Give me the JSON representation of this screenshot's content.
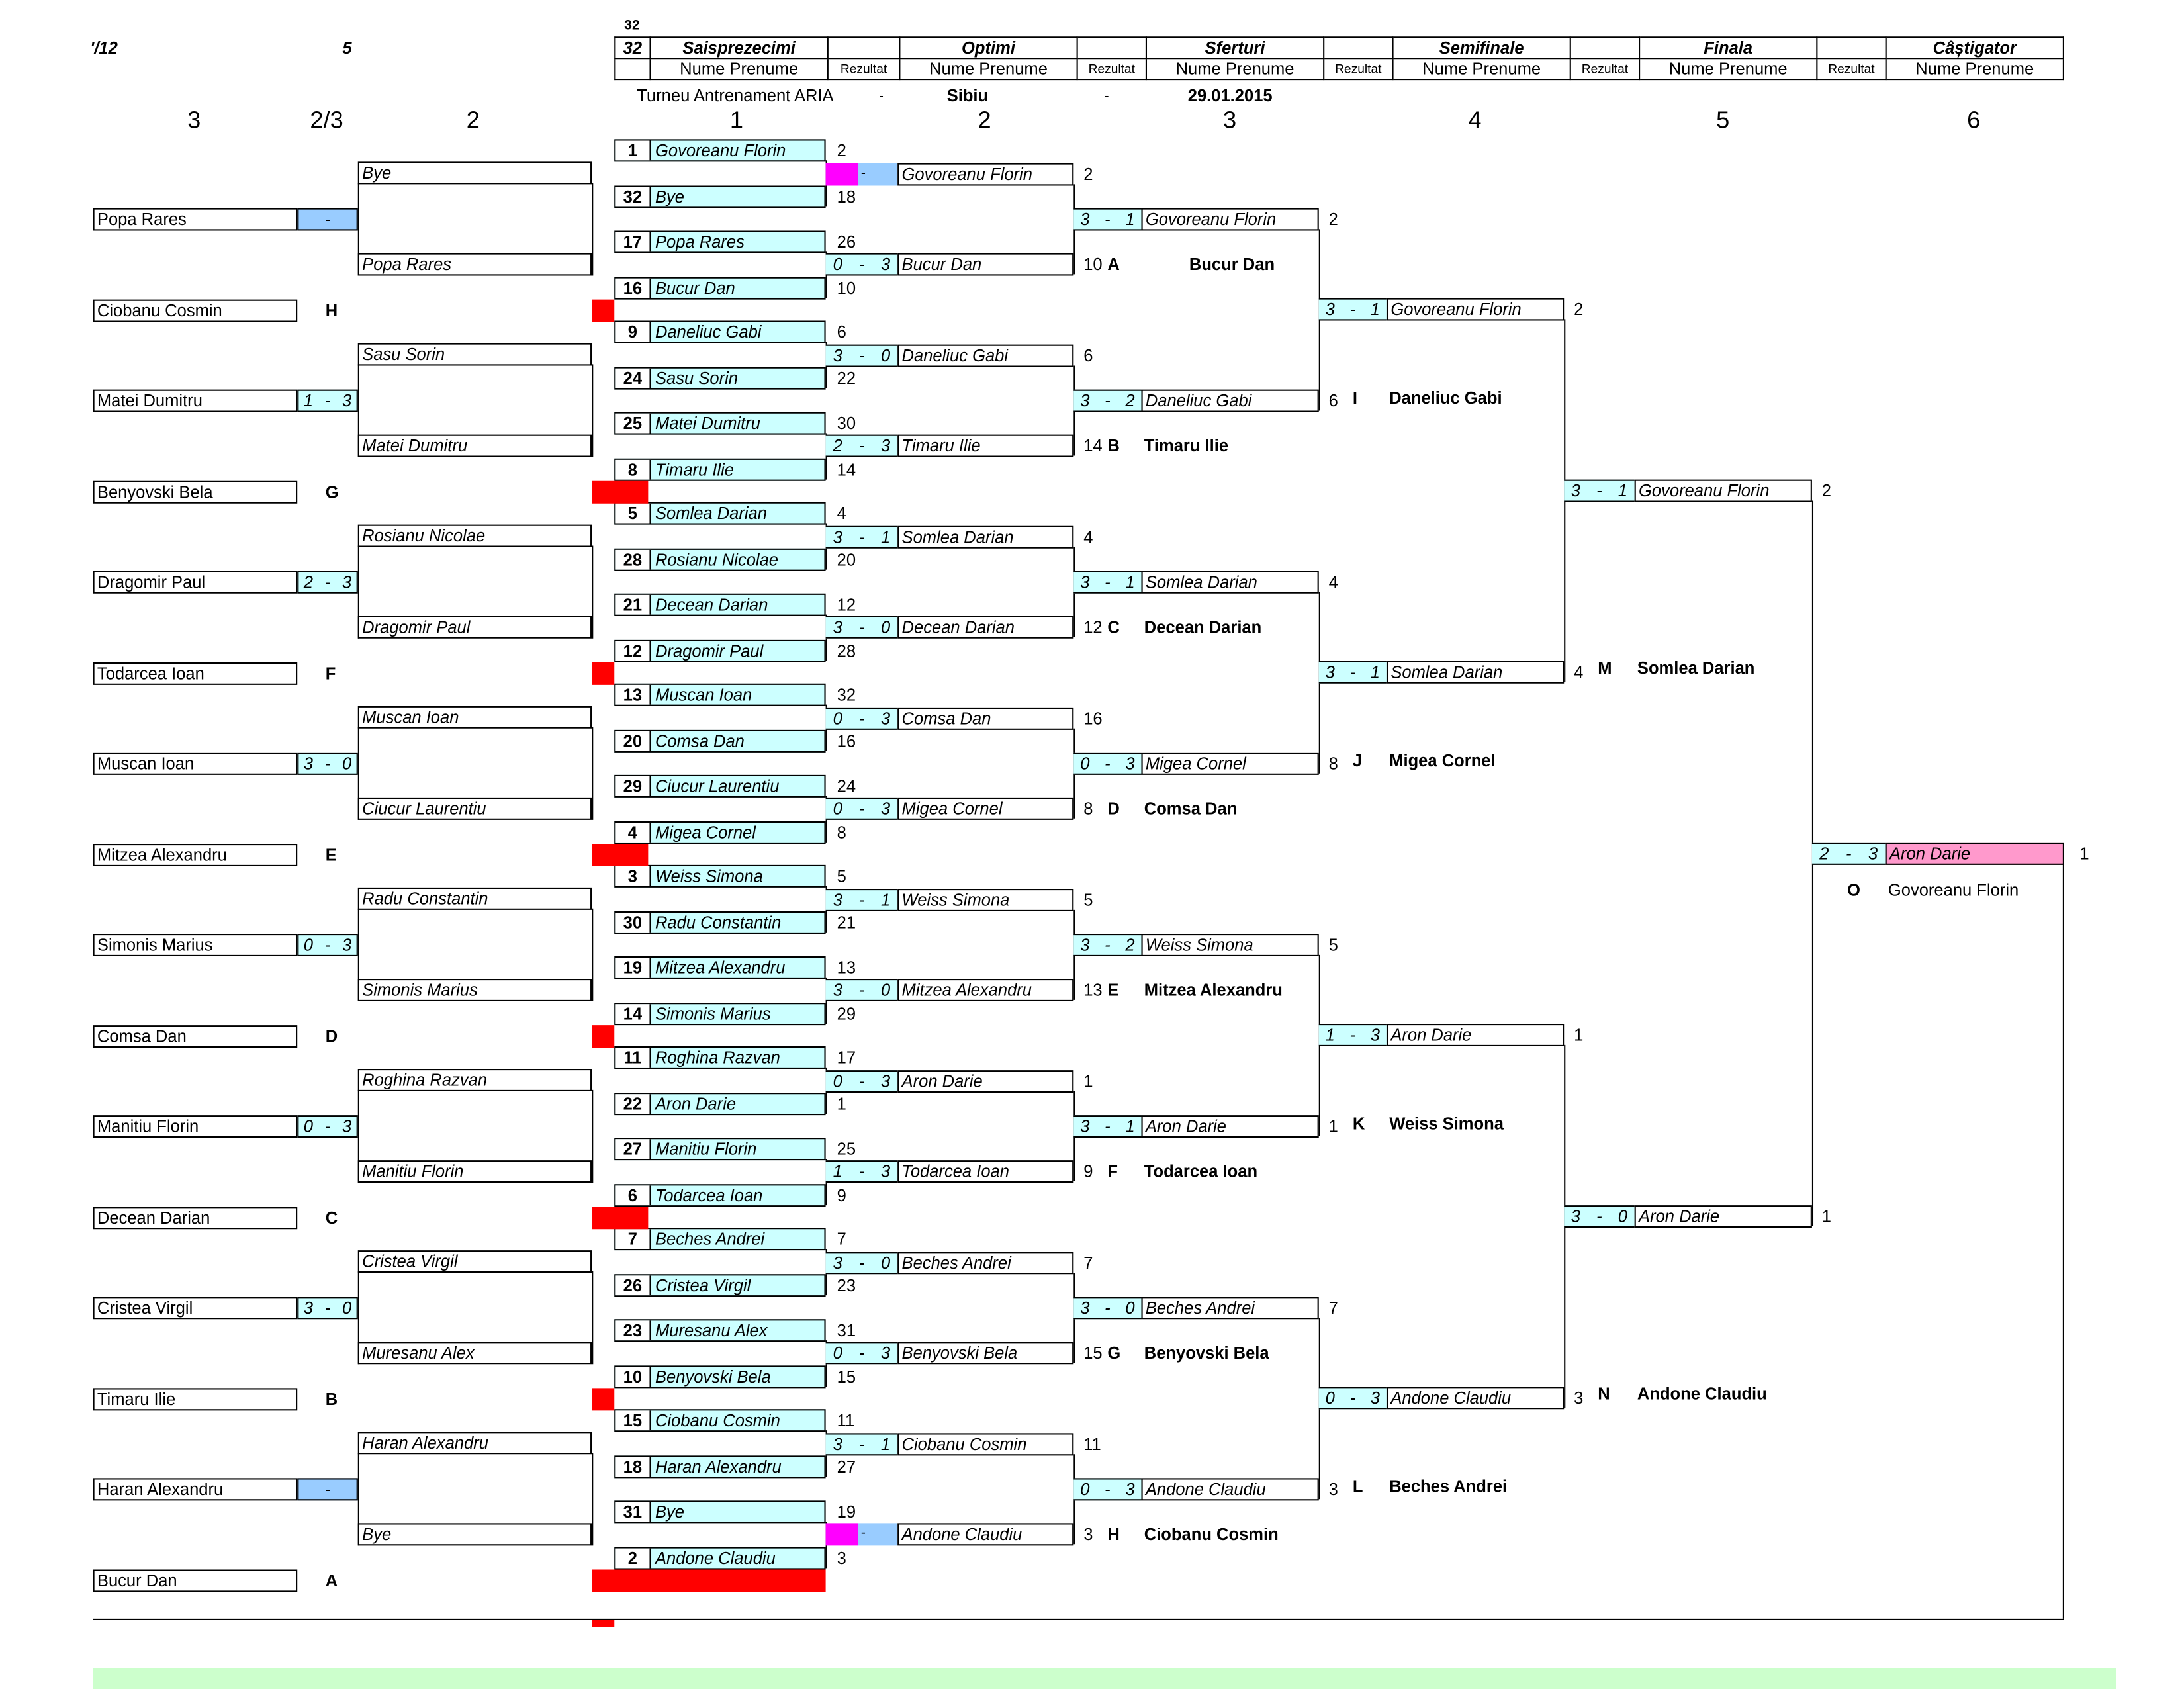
{
  "header": {
    "top_left": "'/12",
    "top_mid": "5",
    "draw_size_a": "32",
    "draw_size_b": "32",
    "rounds": [
      "Saisprezecimi",
      "Optimi",
      "Sferturi",
      "Semifinale",
      "Finala",
      "Câștigator"
    ],
    "name_col": "Nume Prenume",
    "result_col": "Rezultat",
    "tournament": "Turneu Antrenament ARIA",
    "dash1": "-",
    "city": "Sibiu",
    "dash2": "-",
    "date": "29.01.2015",
    "col_numbers_left": [
      "3",
      "2/3",
      "2"
    ],
    "col_numbers_right": [
      "1",
      "2",
      "3",
      "4",
      "5",
      "6"
    ]
  },
  "r1": [
    {
      "seed": "1",
      "name": "Govoreanu Florin",
      "rank": "2"
    },
    {
      "seed": "32",
      "name": "Bye",
      "rank": "18"
    },
    {
      "seed": "17",
      "name": "Popa Rares",
      "rank": "26"
    },
    {
      "seed": "16",
      "name": "Bucur Dan",
      "rank": "10"
    },
    {
      "seed": "9",
      "name": "Daneliuc Gabi",
      "rank": "6"
    },
    {
      "seed": "24",
      "name": "Sasu Sorin",
      "rank": "22"
    },
    {
      "seed": "25",
      "name": "Matei Dumitru",
      "rank": "30"
    },
    {
      "seed": "8",
      "name": "Timaru Ilie",
      "rank": "14"
    },
    {
      "seed": "5",
      "name": "Somlea Darian",
      "rank": "4"
    },
    {
      "seed": "28",
      "name": "Rosianu Nicolae",
      "rank": "20"
    },
    {
      "seed": "21",
      "name": "Decean Darian",
      "rank": "12"
    },
    {
      "seed": "12",
      "name": "Dragomir Paul",
      "rank": "28"
    },
    {
      "seed": "13",
      "name": "Muscan Ioan",
      "rank": "32"
    },
    {
      "seed": "20",
      "name": "Comsa Dan",
      "rank": "16"
    },
    {
      "seed": "29",
      "name": "Ciucur Laurentiu",
      "rank": "24"
    },
    {
      "seed": "4",
      "name": "Migea Cornel",
      "rank": "8"
    },
    {
      "seed": "3",
      "name": "Weiss Simona",
      "rank": "5"
    },
    {
      "seed": "30",
      "name": "Radu Constantin",
      "rank": "21"
    },
    {
      "seed": "19",
      "name": "Mitzea Alexandru",
      "rank": "13"
    },
    {
      "seed": "14",
      "name": "Simonis Marius",
      "rank": "29"
    },
    {
      "seed": "11",
      "name": "Roghina Razvan",
      "rank": "17"
    },
    {
      "seed": "22",
      "name": "Aron Darie",
      "rank": "1"
    },
    {
      "seed": "27",
      "name": "Manitiu Florin",
      "rank": "25"
    },
    {
      "seed": "6",
      "name": "Todarcea Ioan",
      "rank": "9"
    },
    {
      "seed": "7",
      "name": "Beches Andrei",
      "rank": "7"
    },
    {
      "seed": "26",
      "name": "Cristea Virgil",
      "rank": "23"
    },
    {
      "seed": "23",
      "name": "Muresanu Alex",
      "rank": "31"
    },
    {
      "seed": "10",
      "name": "Benyovski Bela",
      "rank": "15"
    },
    {
      "seed": "15",
      "name": "Ciobanu Cosmin",
      "rank": "11"
    },
    {
      "seed": "18",
      "name": "Haran Alexandru",
      "rank": "27"
    },
    {
      "seed": "31",
      "name": "Bye",
      "rank": "19"
    },
    {
      "seed": "2",
      "name": "Andone Claudiu",
      "rank": "3"
    }
  ],
  "r2": [
    {
      "s1": "",
      "dash": "-",
      "s2": "",
      "name": "Govoreanu Florin",
      "rank": "2"
    },
    {
      "s1": "0",
      "dash": "-",
      "s2": "3",
      "name": "Bucur Dan",
      "rank": "10"
    },
    {
      "s1": "3",
      "dash": "-",
      "s2": "0",
      "name": "Daneliuc Gabi",
      "rank": "6"
    },
    {
      "s1": "2",
      "dash": "-",
      "s2": "3",
      "name": "Timaru Ilie",
      "rank": "14"
    },
    {
      "s1": "3",
      "dash": "-",
      "s2": "1",
      "name": "Somlea Darian",
      "rank": "4"
    },
    {
      "s1": "3",
      "dash": "-",
      "s2": "0",
      "name": "Decean Darian",
      "rank": "12"
    },
    {
      "s1": "0",
      "dash": "-",
      "s2": "3",
      "name": "Comsa Dan",
      "rank": "16"
    },
    {
      "s1": "0",
      "dash": "-",
      "s2": "3",
      "name": "Migea Cornel",
      "rank": "8"
    },
    {
      "s1": "3",
      "dash": "-",
      "s2": "1",
      "name": "Weiss Simona",
      "rank": "5"
    },
    {
      "s1": "3",
      "dash": "-",
      "s2": "0",
      "name": "Mitzea Alexandru",
      "rank": "13"
    },
    {
      "s1": "0",
      "dash": "-",
      "s2": "3",
      "name": "Aron Darie",
      "rank": "1"
    },
    {
      "s1": "1",
      "dash": "-",
      "s2": "3",
      "name": "Todarcea Ioan",
      "rank": "9"
    },
    {
      "s1": "3",
      "dash": "-",
      "s2": "0",
      "name": "Beches Andrei",
      "rank": "7"
    },
    {
      "s1": "0",
      "dash": "-",
      "s2": "3",
      "name": "Benyovski Bela",
      "rank": "15"
    },
    {
      "s1": "3",
      "dash": "-",
      "s2": "1",
      "name": "Ciobanu Cosmin",
      "rank": "11"
    },
    {
      "s1": "",
      "dash": "-",
      "s2": "",
      "name": "Andone Claudiu",
      "rank": "3"
    }
  ],
  "r2_letters": [
    {
      "letter": "A",
      "loser": "Bucur Dan"
    },
    {
      "letter": "B",
      "loser": "Timaru Ilie"
    },
    {
      "letter": "C",
      "loser": "Decean Darian"
    },
    {
      "letter": "D",
      "loser": "Comsa Dan"
    },
    {
      "letter": "E",
      "loser": "Mitzea Alexandru"
    },
    {
      "letter": "F",
      "loser": "Todarcea Ioan"
    },
    {
      "letter": "G",
      "loser": "Benyovski Bela"
    },
    {
      "letter": "H",
      "loser": "Ciobanu Cosmin"
    }
  ],
  "r3": [
    {
      "s1": "3",
      "dash": "-",
      "s2": "1",
      "name": "Govoreanu Florin",
      "rank": "2"
    },
    {
      "s1": "3",
      "dash": "-",
      "s2": "2",
      "name": "Daneliuc Gabi",
      "rank": "6"
    },
    {
      "s1": "3",
      "dash": "-",
      "s2": "1",
      "name": "Somlea Darian",
      "rank": "4"
    },
    {
      "s1": "0",
      "dash": "-",
      "s2": "3",
      "name": "Migea Cornel",
      "rank": "8"
    },
    {
      "s1": "3",
      "dash": "-",
      "s2": "2",
      "name": "Weiss Simona",
      "rank": "5"
    },
    {
      "s1": "3",
      "dash": "-",
      "s2": "1",
      "name": "Aron Darie",
      "rank": "1"
    },
    {
      "s1": "3",
      "dash": "-",
      "s2": "0",
      "name": "Beches Andrei",
      "rank": "7"
    },
    {
      "s1": "0",
      "dash": "-",
      "s2": "3",
      "name": "Andone Claudiu",
      "rank": "3"
    }
  ],
  "r3_letters": [
    {
      "letter": "I",
      "loser": "Daneliuc Gabi"
    },
    {
      "letter": "J",
      "loser": "Migea Cornel"
    },
    {
      "letter": "K",
      "loser": "Weiss Simona"
    },
    {
      "letter": "L",
      "loser": "Beches Andrei"
    }
  ],
  "r4": [
    {
      "s1": "3",
      "dash": "-",
      "s2": "1",
      "name": "Govoreanu Florin",
      "rank": "2"
    },
    {
      "s1": "3",
      "dash": "-",
      "s2": "1",
      "name": "Somlea Darian",
      "rank": "4"
    },
    {
      "s1": "1",
      "dash": "-",
      "s2": "3",
      "name": "Aron Darie",
      "rank": "1"
    },
    {
      "s1": "0",
      "dash": "-",
      "s2": "3",
      "name": "Andone Claudiu",
      "rank": "3"
    }
  ],
  "r4_letters": [
    {
      "letter": "M",
      "loser": "Somlea Darian"
    },
    {
      "letter": "N",
      "loser": "Andone Claudiu"
    }
  ],
  "r5": [
    {
      "s1": "3",
      "dash": "-",
      "s2": "1",
      "name": "Govoreanu Florin",
      "rank": "2"
    },
    {
      "s1": "3",
      "dash": "-",
      "s2": "0",
      "name": "Aron Darie",
      "rank": "1"
    }
  ],
  "final": {
    "s1": "2",
    "dash": "-",
    "s2": "3",
    "name": "Aron Darie",
    "rank": "1",
    "letter": "O",
    "runner_up": "Govoreanu Florin"
  },
  "rep1": [
    {
      "name": "Bye"
    },
    {
      "name": "Popa Rares"
    },
    {
      "name": "Sasu Sorin"
    },
    {
      "name": "Matei Dumitru"
    },
    {
      "name": "Rosianu Nicolae"
    },
    {
      "name": "Dragomir Paul"
    },
    {
      "name": "Muscan Ioan"
    },
    {
      "name": "Ciucur Laurentiu"
    },
    {
      "name": "Radu Constantin"
    },
    {
      "name": "Simonis Marius"
    },
    {
      "name": "Roghina Razvan"
    },
    {
      "name": "Manitiu Florin"
    },
    {
      "name": "Cristea Virgil"
    },
    {
      "name": "Muresanu Alex"
    },
    {
      "name": "Haran Alexandru"
    },
    {
      "name": "Bye"
    }
  ],
  "rep2": [
    {
      "name": "Popa Rares",
      "s1": "",
      "dash": "-",
      "s2": ""
    },
    {
      "name": "Matei Dumitru",
      "s1": "1",
      "dash": "-",
      "s2": "3"
    },
    {
      "name": "Dragomir Paul",
      "s1": "2",
      "dash": "-",
      "s2": "3"
    },
    {
      "name": "Muscan Ioan",
      "s1": "3",
      "dash": "-",
      "s2": "0"
    },
    {
      "name": "Simonis Marius",
      "s1": "0",
      "dash": "-",
      "s2": "3"
    },
    {
      "name": "Manitiu Florin",
      "s1": "0",
      "dash": "-",
      "s2": "3"
    },
    {
      "name": "Cristea Virgil",
      "s1": "3",
      "dash": "-",
      "s2": "0"
    },
    {
      "name": "Haran Alexandru",
      "s1": "",
      "dash": "-",
      "s2": ""
    }
  ],
  "rep3": [
    {
      "name": "Ciobanu Cosmin",
      "letter": "H"
    },
    {
      "name": "Benyovski Bela",
      "letter": "G"
    },
    {
      "name": "Todarcea Ioan",
      "letter": "F"
    },
    {
      "name": "Mitzea Alexandru",
      "letter": "E"
    },
    {
      "name": "Comsa Dan",
      "letter": "D"
    },
    {
      "name": "Decean Darian",
      "letter": "C"
    },
    {
      "name": "Timaru Ilie",
      "letter": "B"
    },
    {
      "name": "Bucur Dan",
      "letter": "A"
    }
  ],
  "colors": {
    "cyan": "#ccffff",
    "blue": "#99ccff",
    "magenta": "#ff00ff",
    "red": "#ff0000",
    "pink": "#ff99cc",
    "green": "#ccffcc"
  }
}
